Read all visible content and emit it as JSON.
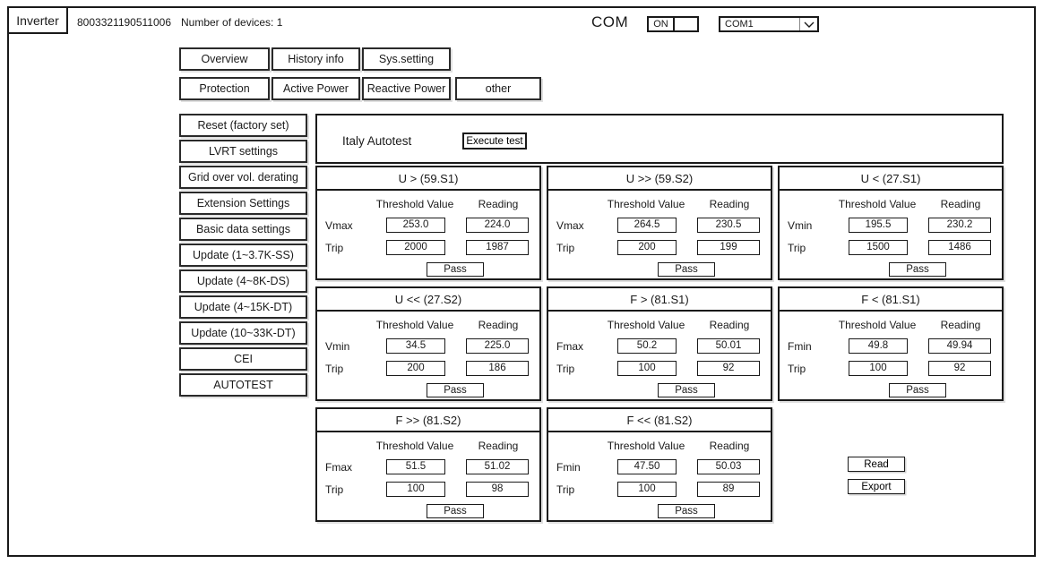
{
  "window": {
    "device_tab": "Inverter",
    "serial": "8003321190511006",
    "devices_count_label": "Number of devices: 1",
    "com": {
      "label": "COM",
      "state": "ON",
      "port": "COM1"
    }
  },
  "tabs": {
    "row1": [
      "Overview",
      "History info",
      "Sys.setting"
    ],
    "row2": [
      "Protection",
      "Active Power",
      "Reactive Power",
      "other"
    ]
  },
  "sidebar": {
    "items": [
      "Reset (factory set)",
      "LVRT settings",
      "Grid over vol. derating",
      "Extension Settings",
      "Basic data settings",
      "Update (1~3.7K-SS)",
      "Update (4~8K-DS)",
      "Update (4~15K-DT)",
      "Update (10~33K-DT)",
      "CEI",
      "AUTOTEST"
    ]
  },
  "autotest": {
    "title": "Italy Autotest",
    "execute_button": "Execute test",
    "labels": {
      "threshold": "Threshold Value",
      "reading": "Reading",
      "trip": "Trip"
    },
    "panels": [
      {
        "title": "U > (59.S1)",
        "param": "Vmax",
        "threshold": "253.0",
        "reading": "224.0",
        "trip_threshold": "2000",
        "trip_reading": "1987",
        "result": "Pass"
      },
      {
        "title": "U >> (59.S2)",
        "param": "Vmax",
        "threshold": "264.5",
        "reading": "230.5",
        "trip_threshold": "200",
        "trip_reading": "199",
        "result": "Pass"
      },
      {
        "title": "U < (27.S1)",
        "param": "Vmin",
        "threshold": "195.5",
        "reading": "230.2",
        "trip_threshold": "1500",
        "trip_reading": "1486",
        "result": "Pass"
      },
      {
        "title": "U << (27.S2)",
        "param": "Vmin",
        "threshold": "34.5",
        "reading": "225.0",
        "trip_threshold": "200",
        "trip_reading": "186",
        "result": "Pass"
      },
      {
        "title": "F > (81.S1)",
        "param": "Fmax",
        "threshold": "50.2",
        "reading": "50.01",
        "trip_threshold": "100",
        "trip_reading": "92",
        "result": "Pass"
      },
      {
        "title": "F < (81.S1)",
        "param": "Fmin",
        "threshold": "49.8",
        "reading": "49.94",
        "trip_threshold": "100",
        "trip_reading": "92",
        "result": "Pass"
      },
      {
        "title": "F >> (81.S2)",
        "param": "Fmax",
        "threshold": "51.5",
        "reading": "51.02",
        "trip_threshold": "100",
        "trip_reading": "98",
        "result": "Pass"
      },
      {
        "title": "F << (81.S2)",
        "param": "Fmin",
        "threshold": "47.50",
        "reading": "50.03",
        "trip_threshold": "100",
        "trip_reading": "89",
        "result": "Pass"
      }
    ],
    "actions": {
      "read": "Read",
      "export": "Export"
    }
  }
}
